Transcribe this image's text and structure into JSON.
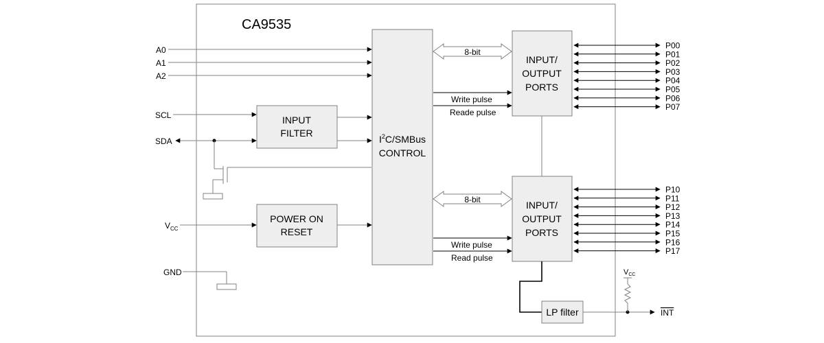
{
  "chip_name": "CA9535",
  "inputs": {
    "a0": "A0",
    "a1": "A1",
    "a2": "A2",
    "scl": "SCL",
    "sda": "SDA",
    "vcc_main": "V",
    "vcc_sub": "CC",
    "gnd": "GND"
  },
  "blocks": {
    "input_filter": [
      "INPUT",
      "FILTER"
    ],
    "power_on_reset": [
      "POWER ON",
      "RESET"
    ],
    "control_l1_pre": "I",
    "control_l1_sup": "2",
    "control_l1_post": "C/SMBus",
    "control_l2": "CONTROL",
    "io_top": [
      "INPUT/",
      "OUTPUT",
      "PORTS"
    ],
    "io_bottom": [
      "INPUT/",
      "OUTPUT",
      "PORTS"
    ],
    "lp_filter": "LP filter"
  },
  "signals": {
    "bus_top": "8-bit",
    "bus_bottom": "8-bit",
    "write_top": "Write pulse",
    "read_top": "Reade pulse",
    "write_bottom": "Write pulse",
    "read_bottom": "Read pulse"
  },
  "ports_top": [
    "P00",
    "P01",
    "P02",
    "P03",
    "P04",
    "P05",
    "P06",
    "P07"
  ],
  "ports_bottom": [
    "P10",
    "P11",
    "P12",
    "P13",
    "P14",
    "P15",
    "P16",
    "P17"
  ],
  "int": {
    "vcc_main": "V",
    "vcc_sub": "CC",
    "label": "INT"
  }
}
